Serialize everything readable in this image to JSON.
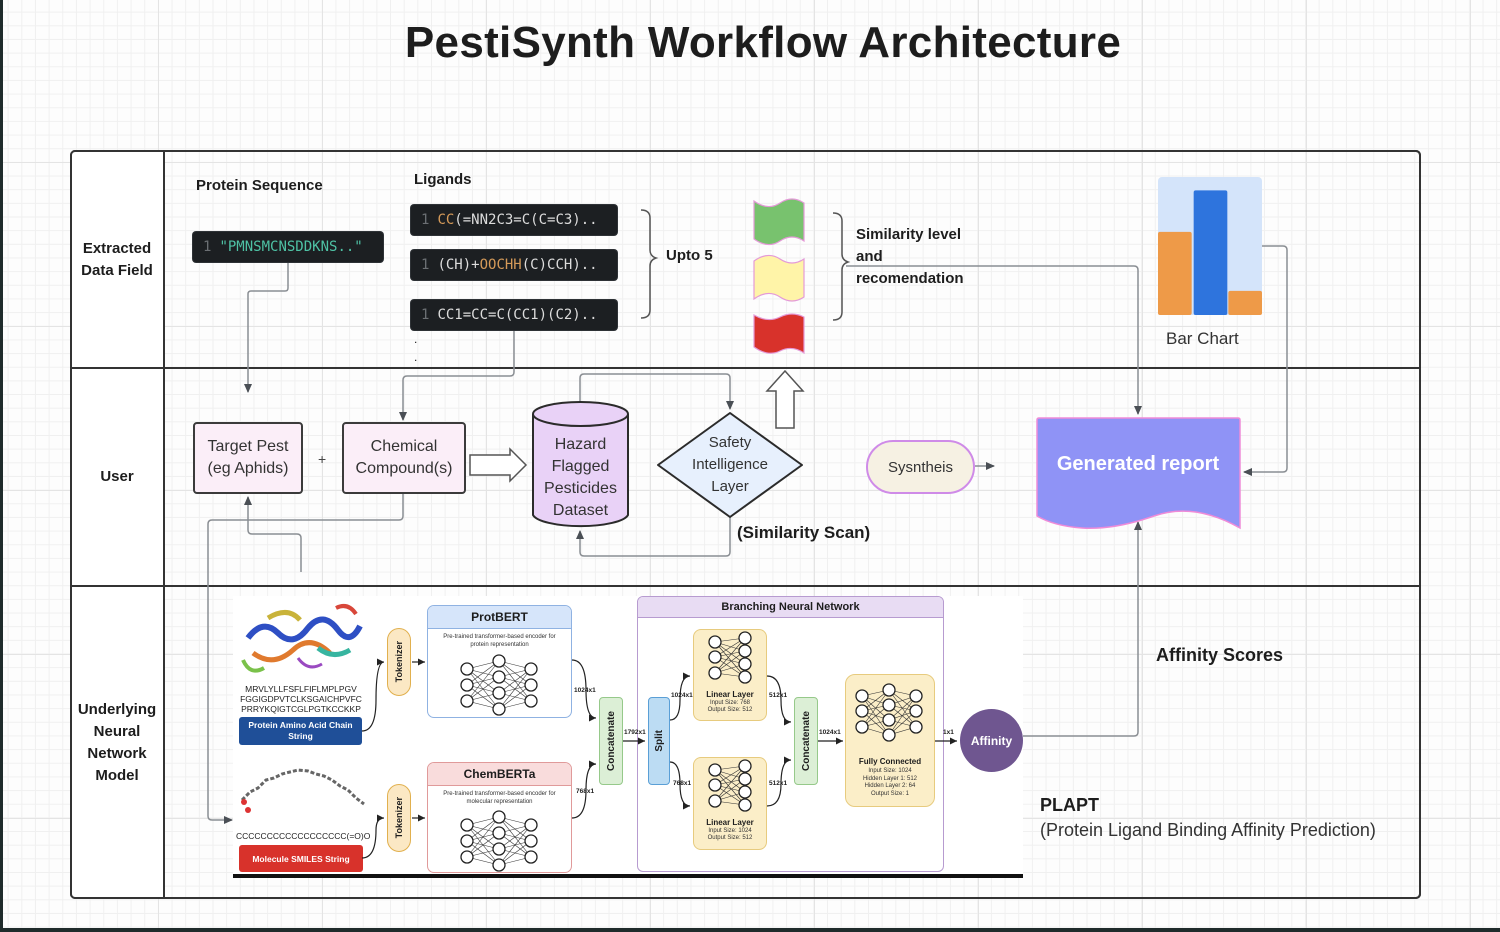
{
  "title": "PestiSynth Workflow Architecture",
  "lanes": [
    {
      "label": "Extracted Data Field"
    },
    {
      "label": "User"
    },
    {
      "label": "Underlying Neural Network Model"
    }
  ],
  "extracted": {
    "protein_heading": "Protein Sequence",
    "protein_code": {
      "line": "1",
      "value": "\"PMNSMCNSDDKNS..\""
    },
    "ligands_heading": "Ligands",
    "ligands": [
      {
        "line": "1",
        "highlight": "CC",
        "rest": "(=NN2C3=C(C=C3)..",
        "highlight_first": true
      },
      {
        "line": "1",
        "pre": "(CH)+",
        "highlight": "OOCHH",
        "rest": "(C)CCH).."
      },
      {
        "line": "1",
        "plain": "CC1=CC=C(CC1)(C2).."
      }
    ],
    "ellipsis": ". .",
    "upto_label": "Upto 5",
    "similarity_label": "Similarity level and recomendation",
    "flags": [
      {
        "name": "safe",
        "color": "#78c26e"
      },
      {
        "name": "caution",
        "color": "#fff4a8"
      },
      {
        "name": "hazard",
        "color": "#d8322b"
      }
    ],
    "bar_chart": {
      "label": "Bar Chart",
      "values": [
        0.62,
        0.93,
        0.18
      ],
      "colors": [
        "#ee9a48",
        "#2e74dd",
        "#ee9a48"
      ],
      "background": "#d4e4fa"
    }
  },
  "user": {
    "target_pest": "Target Pest (eg Aphids)",
    "plus": "+",
    "chemical": "Chemical Compound(s)",
    "dataset": "Hazard Flagged Pesticides Dataset",
    "safety_layer": "Safety Intelligence Layer",
    "similarity_scan": "(Similarity Scan)",
    "synthesis": "Sysntheis",
    "report": "Generated report"
  },
  "model": {
    "protein_seq_text": [
      "MRVLYLLFSFLFIFLMPLPGV",
      "FGGIGDPVTCLKSGAICHPVFC",
      "PRRYKQIGTCGLPGTKCCKKP"
    ],
    "protein_chip": "Protein Amino Acid Chain String",
    "smiles_text": "CCCCCCCCCCCCCCCCCC(=O)O",
    "smiles_chip": "Molecule SMILES String",
    "tokenizer": "Tokenizer",
    "protbert": {
      "title": "ProtBERT",
      "desc": "Pre-trained transformer-based encoder for protein representation"
    },
    "chemberta": {
      "title": "ChemBERTa",
      "desc": "Pre-trained transformer-based encoder for molecular representation"
    },
    "dims": {
      "prot_out": "1024x1",
      "chem_out": "768x1",
      "concat_out": "1792x1",
      "split_top": "1024x1",
      "split_bottom": "768x1",
      "lin_top_out": "512x1",
      "lin_bottom_out": "512x1",
      "concat2_out": "1024x1",
      "fc_out": "1x1"
    },
    "concatenate": "Concatenate",
    "split": "Split",
    "branching_title": "Branching Neural Network",
    "linear_top": {
      "title": "Linear Layer",
      "lines": [
        "Input Size: 768",
        "Output Size: 512"
      ]
    },
    "linear_bottom": {
      "title": "Linear Layer",
      "lines": [
        "Input Size: 1024",
        "Output Size: 512"
      ]
    },
    "fully_connected": {
      "title": "Fully Connected",
      "lines": [
        "Input Size: 1024",
        "Hidden Layer 1: 512",
        "Hidden Layer 2: 64",
        "Output Size: 1"
      ]
    },
    "affinity": "Affinity",
    "affinity_scores": "Affinity Scores",
    "plapt_title": "PLAPT",
    "plapt_subtitle": "(Protein Ligand Binding Affinity Prediction)"
  }
}
